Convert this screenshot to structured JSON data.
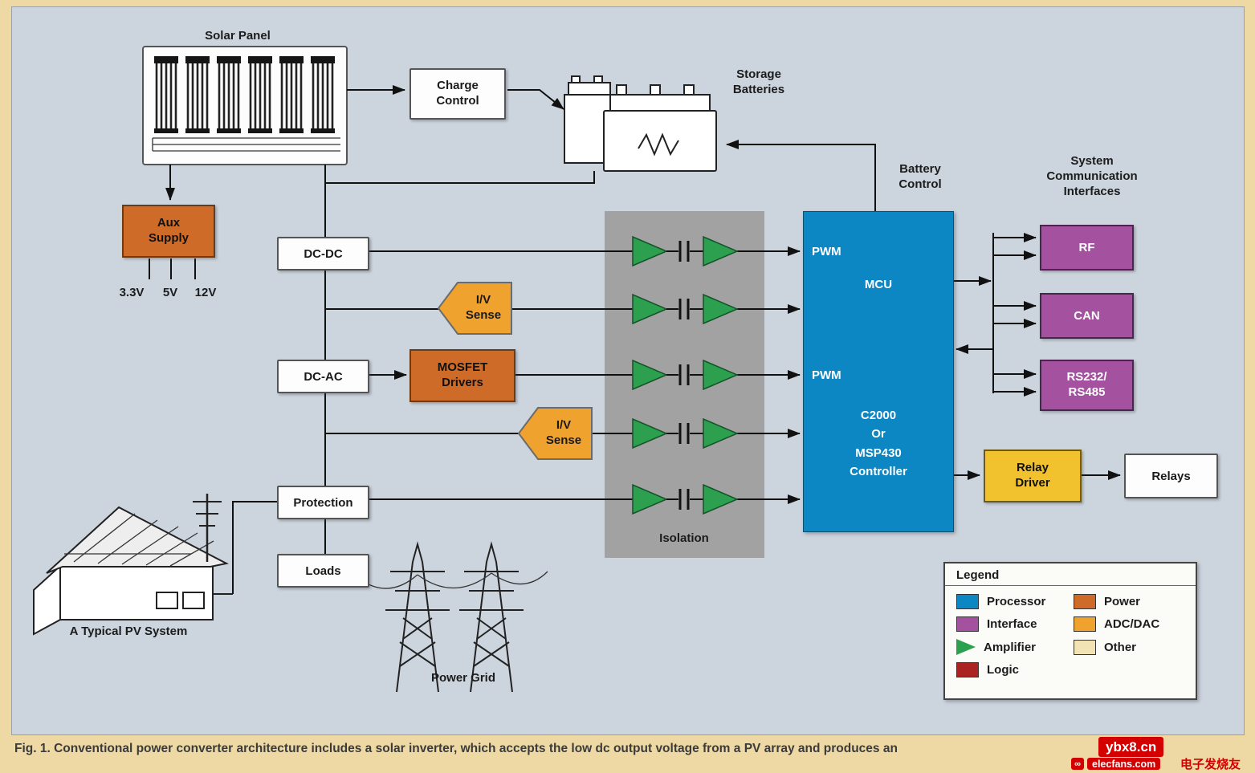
{
  "colors": {
    "background": "#ccd4dd",
    "frame": "#eed9a4",
    "processor": "#0d86c4",
    "interface": "#a4519f",
    "amplifier": "#2da04f",
    "logic": "#aa2222",
    "power": "#cf6b28",
    "adc_dac": "#efa22e",
    "other": "#f2e3b5",
    "relay": "#f2c12e",
    "isolation_gray": "#a2a2a2"
  },
  "labels": {
    "solar_panel": "Solar Panel",
    "charge_control": "Charge\nControl",
    "storage_batteries": "Storage\nBatteries",
    "battery_control": "Battery\nControl",
    "aux_supply": "Aux\nSupply",
    "v33": "3.3V",
    "v5": "5V",
    "v12": "12V",
    "dc_dc": "DC-DC",
    "dc_ac": "DC-AC",
    "iv_sense": "I/V\nSense",
    "mosfet_drivers": "MOSFET\nDrivers",
    "protection": "Protection",
    "loads": "Loads",
    "isolation": "Isolation",
    "pwm": "PWM",
    "mcu": "MCU",
    "controller": "C2000\nOr\nMSP430\nController",
    "system_comm": "System\nCommunication\nInterfaces",
    "rf": "RF",
    "can": "CAN",
    "rs232_485": "RS232/\nRS485",
    "relay_driver": "Relay\nDriver",
    "relays": "Relays",
    "pv_system": "A Typical PV System",
    "power_grid": "Power Grid"
  },
  "legend": {
    "title": "Legend",
    "items": [
      {
        "label": "Processor",
        "color": "#0d86c4",
        "shape": "square"
      },
      {
        "label": "Interface",
        "color": "#a4519f",
        "shape": "square"
      },
      {
        "label": "Amplifier",
        "color": "#2da04f",
        "shape": "triangle"
      },
      {
        "label": "Logic",
        "color": "#aa2222",
        "shape": "square"
      },
      {
        "label": "Power",
        "color": "#cf6b28",
        "shape": "square"
      },
      {
        "label": "ADC/DAC",
        "color": "#efa22e",
        "shape": "square"
      },
      {
        "label": "Other",
        "color": "#f2e3b5",
        "shape": "square"
      }
    ]
  },
  "caption": "Fig. 1. Conventional power converter architecture includes a solar inverter, which accepts the low dc output voltage from a PV array and produces an",
  "watermark": {
    "site1": "ybx8.cn",
    "site2": "elecfans.com",
    "site2_cn": "电子发烧友",
    "logo_glyph": "∞"
  }
}
